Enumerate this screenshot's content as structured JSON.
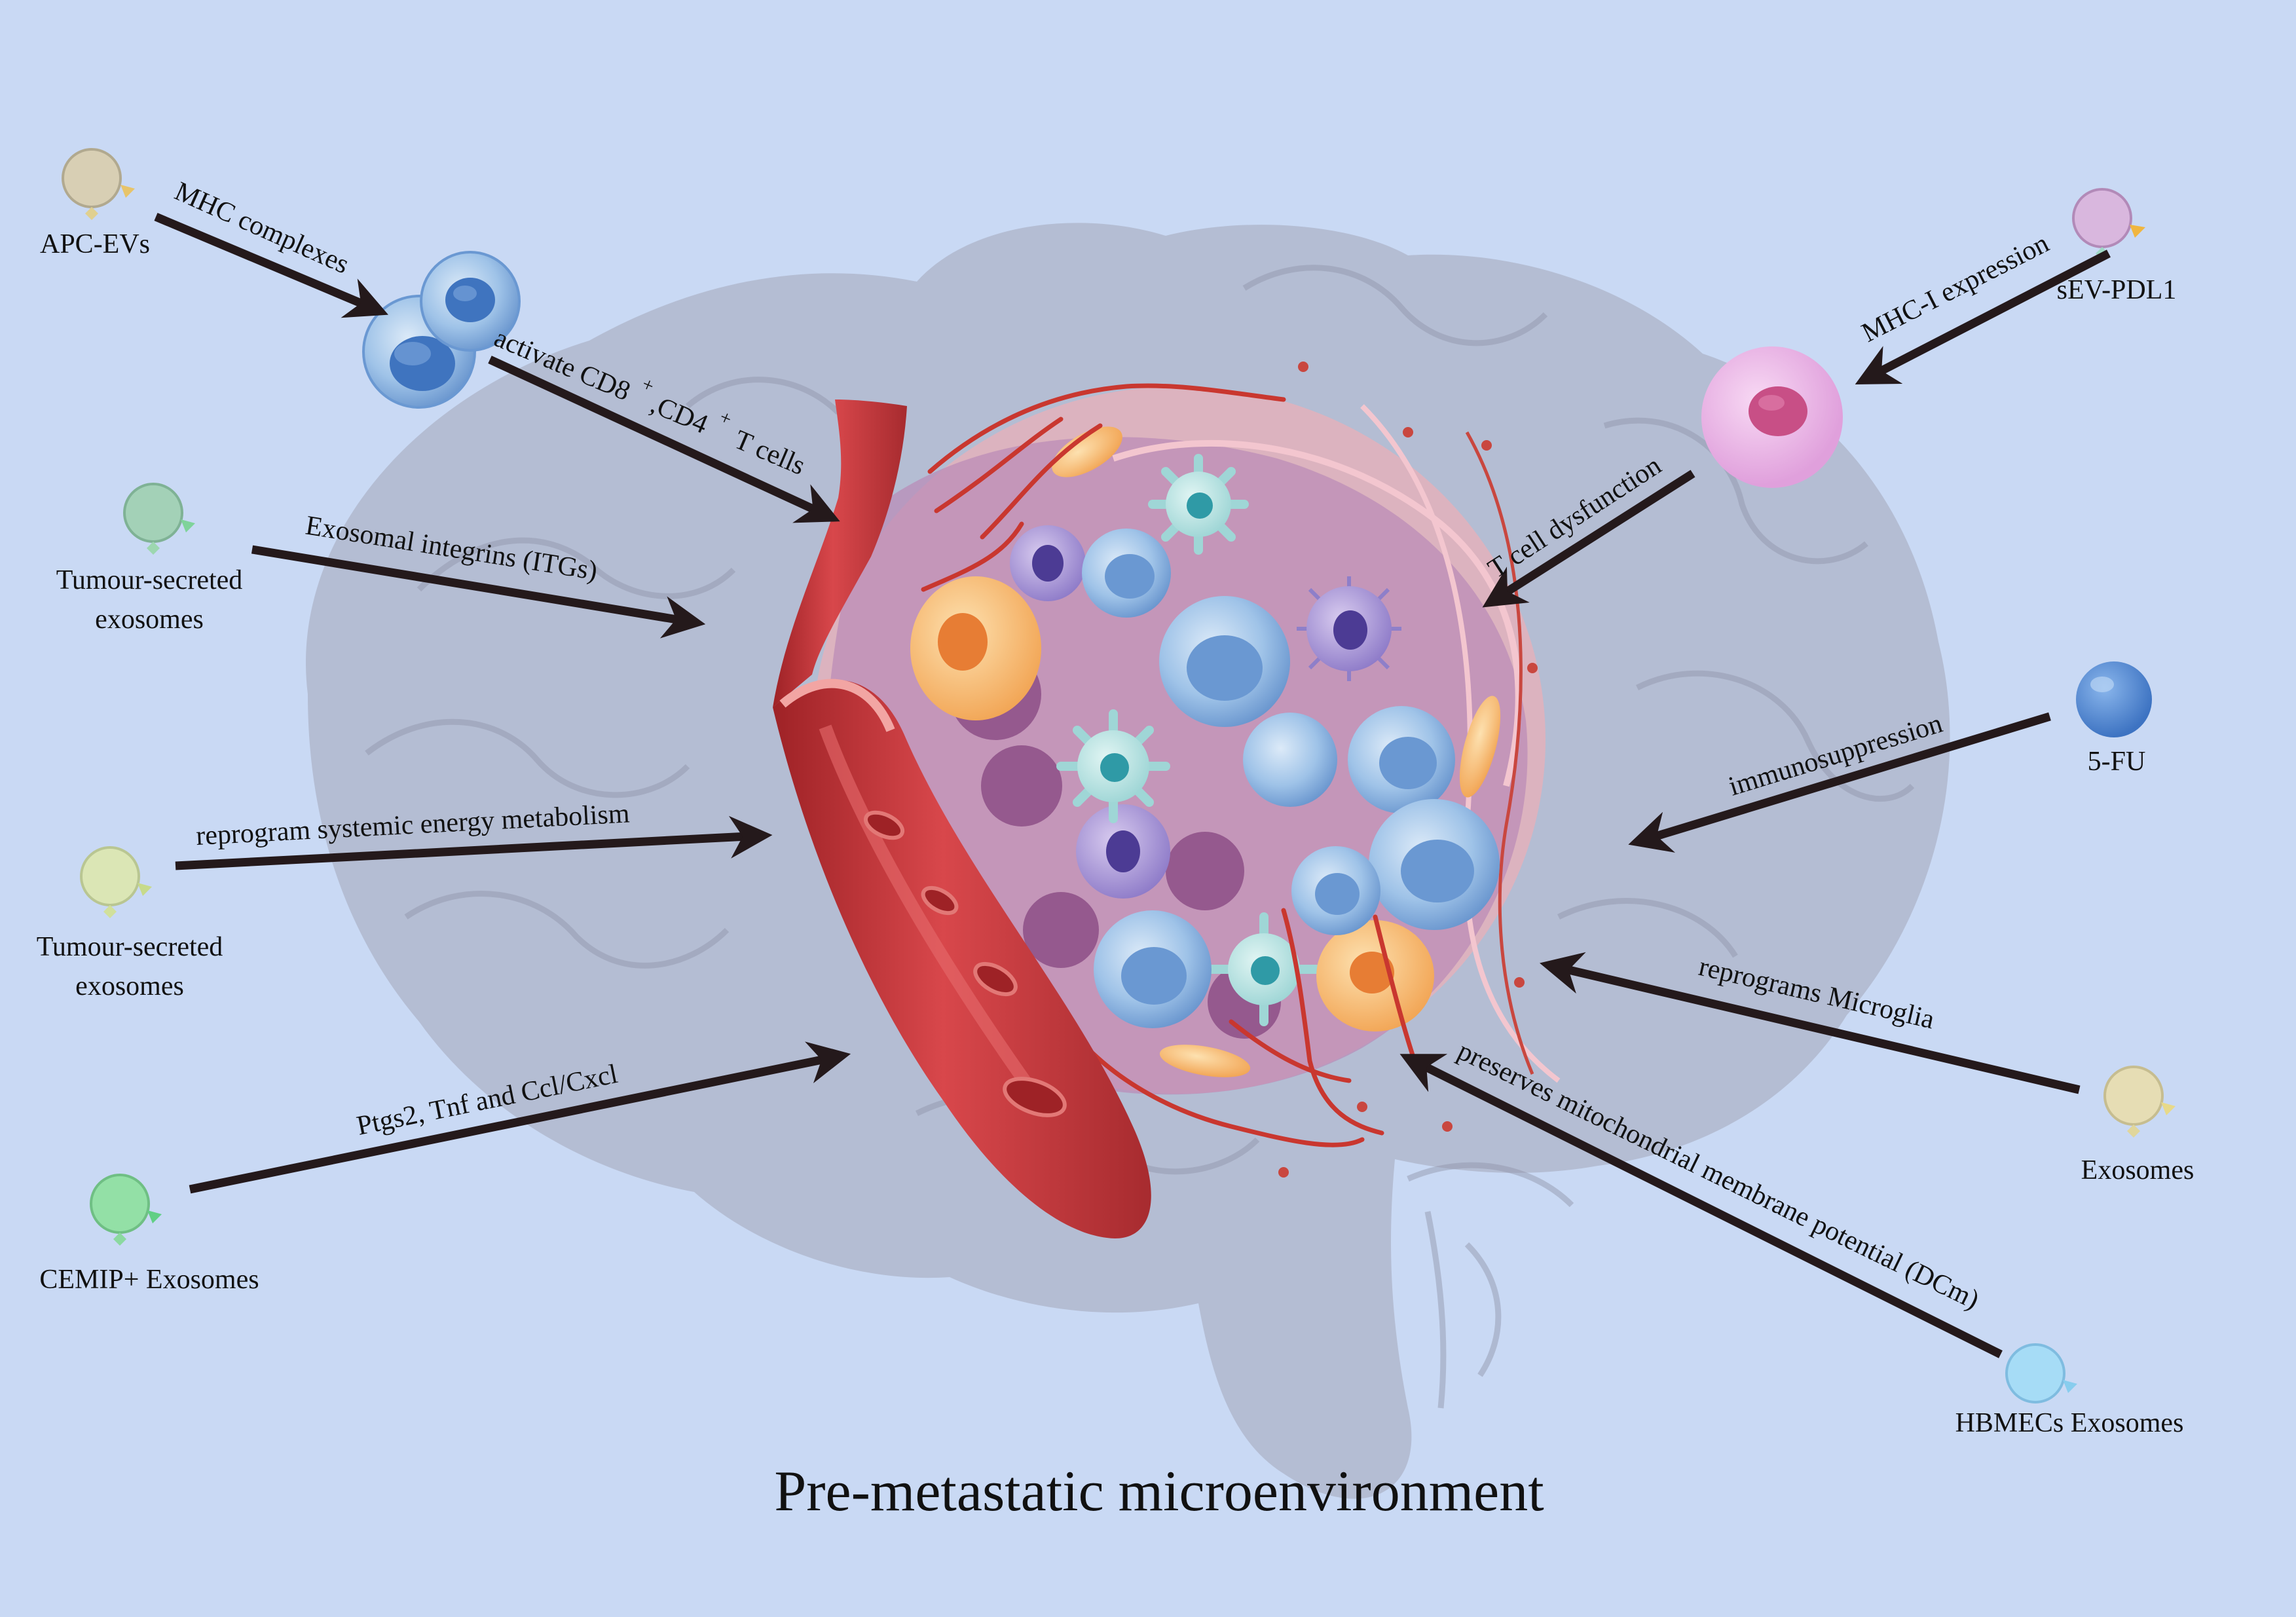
{
  "title": "Pre-metastatic microenvironment",
  "sources": {
    "apc_evs": [
      "APC-EVs"
    ],
    "tumour_exosomes_1": [
      "Tumour-secreted",
      "exosomes"
    ],
    "tumour_exosomes_2": [
      "Tumour-secreted",
      "exosomes"
    ],
    "cemip_exosomes": [
      "CEMIP+ Exosomes"
    ],
    "sev_pdl1": [
      "sEV-PDL1"
    ],
    "five_fu": [
      "5-FU"
    ],
    "exosomes": [
      "Exosomes"
    ],
    "hbmecs_exosomes": [
      "HBMECs Exosomes"
    ]
  },
  "edges": {
    "mhc_complexes": "MHC complexes",
    "activate_t_cells": "activate CD8",
    "cd4": ",CD4",
    "t_cells": "T cells",
    "superscript": "+",
    "integrins": "Exosomal integrins (ITGs)",
    "energy": "reprogram systemic energy metabolism",
    "ptgs2": "Ptgs2, Tnf and Ccl/Cxcl",
    "mhc_i": "MHC-I expression",
    "t_dysfunction": "T cell dysfunction",
    "immunosuppression": "immunosuppression",
    "microglia": "reprograms Microglia",
    "mitochondrial": "preserves mitochondrial membrane potential (DCm)"
  },
  "colors": {
    "background": "#c9d9f4",
    "arrow": "#24191b",
    "vessel": "#c9373b",
    "tumour_core": "#e6a7b6"
  },
  "icons": [
    "exosome-icon",
    "t-cell-icon",
    "pink-immune-cell-icon",
    "drug-sphere-icon",
    "blood-vessel-icon",
    "brain-silhouette-icon",
    "tumour-cluster-icon"
  ]
}
